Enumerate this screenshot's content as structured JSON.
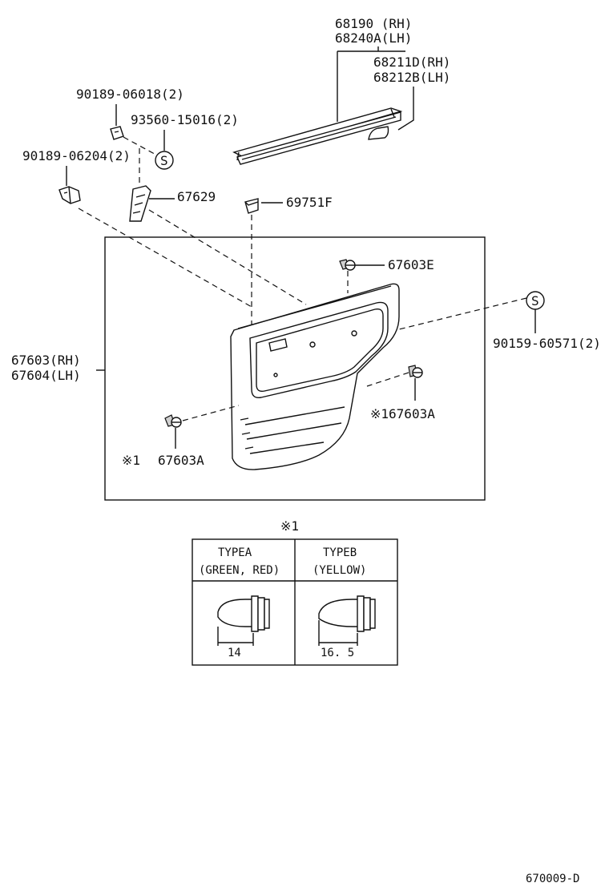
{
  "labels": {
    "p68190": "68190 (RH)",
    "p68240a": "68240A(LH)",
    "p68211d": "68211D(RH)",
    "p68212b": "68212B(LH)",
    "p90189_06018": "90189-06018(2)",
    "p93560": "93560-15016(2)",
    "p90189_06204": "90189-06204(2)",
    "p67629": "67629",
    "p69751f": "69751F",
    "p67603e": "67603E",
    "p67603_rh": "67603(RH)",
    "p67604_lh": "67604(LH)",
    "p90159": "90159-60571(2)",
    "p167603a": "※167603A",
    "note_mark_left": "※1",
    "p67603a": "67603A",
    "s_symbol": "S",
    "table_title": "※1",
    "footer_code": "670009-D"
  },
  "clip_table": {
    "columns": [
      {
        "line1": "TYPEA",
        "line2": "(GREEN, RED)",
        "dimension": "14"
      },
      {
        "line1": "TYPEB",
        "line2": "(YELLOW)",
        "dimension": "16. 5"
      }
    ]
  }
}
